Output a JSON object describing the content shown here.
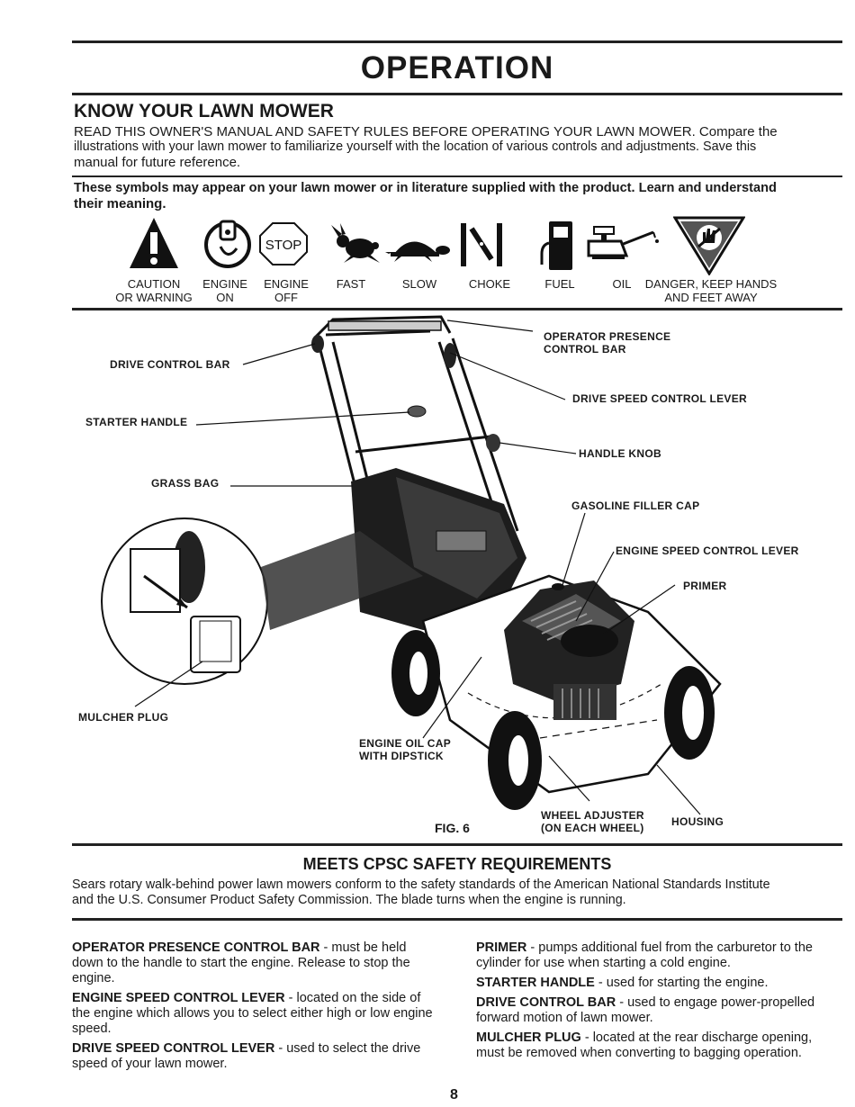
{
  "page": {
    "title": "OPERATION",
    "page_number": "8"
  },
  "know": {
    "heading": "KNOW YOUR LAWN MOWER",
    "intro_line1": "READ THIS OWNER'S MANUAL AND SAFETY RULES BEFORE OPERATING YOUR LAWN MOWER.  Compare the",
    "intro_line2": "illustrations with your lawn mower to familiarize yourself with the location of various controls and adjustments.  Save this",
    "intro_line3": "manual for future reference.",
    "symbols_note_line1": "These symbols  may appear on your lawn mower or in literature supplied with the product.  Learn and understand",
    "symbols_note_line2": "their meaning."
  },
  "symbols": [
    {
      "icon": "caution-icon",
      "label1": "CAUTION",
      "label2": "OR WARNING"
    },
    {
      "icon": "engine-on-icon",
      "label1": "ENGINE",
      "label2": "ON"
    },
    {
      "icon": "engine-off-stop-icon",
      "label1": "ENGINE",
      "label2": "OFF",
      "icon_text": "STOP"
    },
    {
      "icon": "rabbit-fast-icon",
      "label1": "FAST",
      "label2": ""
    },
    {
      "icon": "turtle-slow-icon",
      "label1": "SLOW",
      "label2": ""
    },
    {
      "icon": "choke-icon",
      "label1": "CHOKE",
      "label2": ""
    },
    {
      "icon": "fuel-pump-icon",
      "label1": "FUEL",
      "label2": ""
    },
    {
      "icon": "oil-can-icon",
      "label1": "OIL",
      "label2": ""
    },
    {
      "icon": "danger-hands-icon",
      "label1": "DANGER, KEEP HANDS",
      "label2": "AND FEET AWAY"
    }
  ],
  "figure": {
    "caption": "FIG. 6",
    "callouts": {
      "operator_presence_1": "OPERATOR PRESENCE",
      "operator_presence_2": "CONTROL BAR",
      "drive_control_bar": "DRIVE CONTROL BAR",
      "drive_speed_lever": "DRIVE SPEED CONTROL LEVER",
      "starter_handle": "STARTER HANDLE",
      "handle_knob": "HANDLE KNOB",
      "grass_bag": "GRASS BAG",
      "gas_cap": "GASOLINE FILLER CAP",
      "engine_speed_lever": "ENGINE SPEED CONTROL LEVER",
      "primer": "PRIMER",
      "mulcher_plug": "MULCHER PLUG",
      "oil_cap_1": "ENGINE OIL CAP",
      "oil_cap_2": "WITH DIPSTICK",
      "wheel_adj_1": "WHEEL ADJUSTER",
      "wheel_adj_2": "(ON EACH WHEEL)",
      "housing": "HOUSING"
    }
  },
  "cpsc": {
    "heading": "MEETS CPSC SAFETY REQUIREMENTS",
    "line1": "Sears rotary walk-behind power lawn mowers conform to the safety standards of the American National Standards Institute",
    "line2": "and the U.S. Consumer Product Safety Commission.  The blade turns when the engine is running."
  },
  "definitions_left": [
    {
      "term": "OPERATOR PRESENCE CONTROL BAR",
      "text": " - must be held down to the handle to start the engine.  Release to stop the engine."
    },
    {
      "term": "ENGINE SPEED CONTROL LEVER",
      "text": " - located on the side of the engine which allows you to select either high or low engine speed."
    },
    {
      "term": "DRIVE SPEED CONTROL LEVER",
      "text": " - used to select the drive speed of your lawn mower."
    }
  ],
  "definitions_right": [
    {
      "term": "PRIMER",
      "text": " - pumps additional fuel from the carburetor to the cylinder for use when starting a cold engine."
    },
    {
      "term": "STARTER HANDLE",
      "text": " - used for starting the engine."
    },
    {
      "term": "DRIVE CONTROL BAR",
      "text": " - used to engage power-propelled forward motion of lawn mower."
    },
    {
      "term": "MULCHER PLUG",
      "text": " - located at the rear discharge opening, must be removed when converting to bagging operation."
    }
  ]
}
